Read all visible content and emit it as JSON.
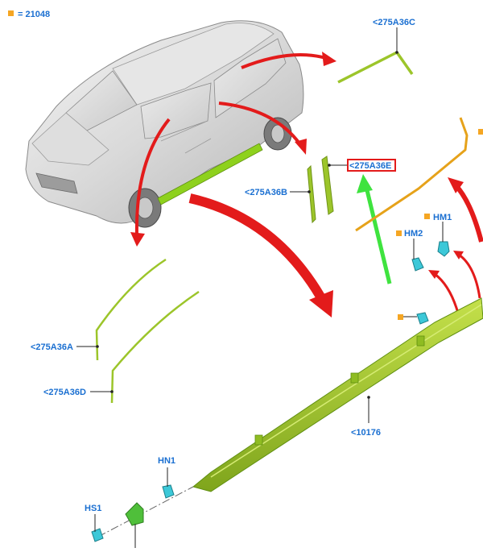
{
  "legend": {
    "text": "= 21048",
    "marker_color": "#f5a623"
  },
  "colors": {
    "callout_text": "#1a6fd1",
    "part_green": "#9cc52a",
    "part_orange": "#e6a21a",
    "fastener_cyan": "#3cc8d8",
    "arrow_red": "#e31b1b",
    "arrow_green": "#3fe33f",
    "highlight_box": "#e31b1b",
    "orange_marker": "#f5a623"
  },
  "callouts": {
    "a36c": "<275A36C",
    "a36e": "<275A36E",
    "a36b": "<275A36B",
    "a36a": "<275A36A",
    "a36d": "<275A36D",
    "p10176": "<10176",
    "hm1": "HM1",
    "hm2": "HM2",
    "hn1": "HN1",
    "hs1": "HS1"
  },
  "highlighted_callout": "a36e"
}
